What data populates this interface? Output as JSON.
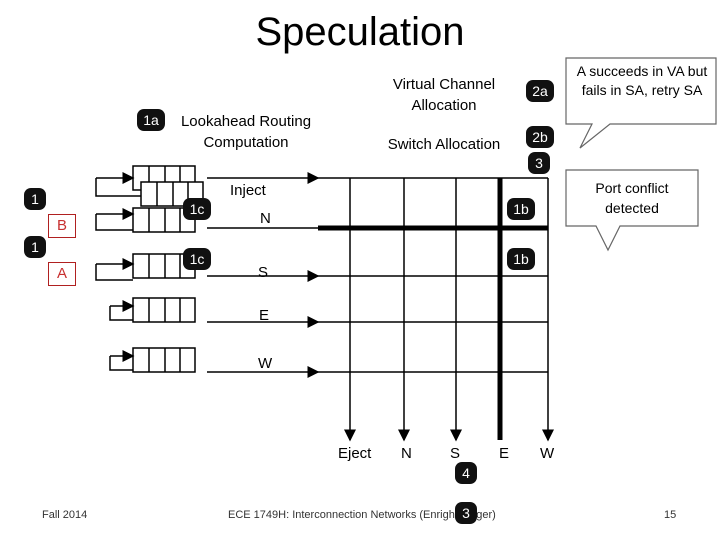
{
  "title": "Speculation",
  "boxes": {
    "lookahead": "Lookahead Routing Computation",
    "vc_alloc": "Virtual Channel Allocation",
    "switch_alloc": "Switch Allocation"
  },
  "badges": {
    "b1a": "1a",
    "b2a": "2a",
    "b2b": "2b",
    "b3": "3",
    "b1_top": "1",
    "b1_bottom": "1",
    "b1c_top": "1c",
    "b1c_bottom": "1c",
    "b1b_top": "1b",
    "b1b_bottom": "1b",
    "b4": "4",
    "b3_footer": "3"
  },
  "packets": {
    "b": "B",
    "a": "A"
  },
  "inputs": [
    "Inject",
    "N",
    "S",
    "E",
    "W"
  ],
  "outputs": [
    "Eject",
    "N",
    "S",
    "E",
    "W"
  ],
  "callouts": {
    "success": "A succeeds in VA but fails in SA, retry SA",
    "conflict": "Port conflict detected"
  },
  "footer": {
    "left": "Fall 2014",
    "center": "ECE 1749H: Interconnection Networks (Enright Jerger)",
    "page": "15"
  }
}
